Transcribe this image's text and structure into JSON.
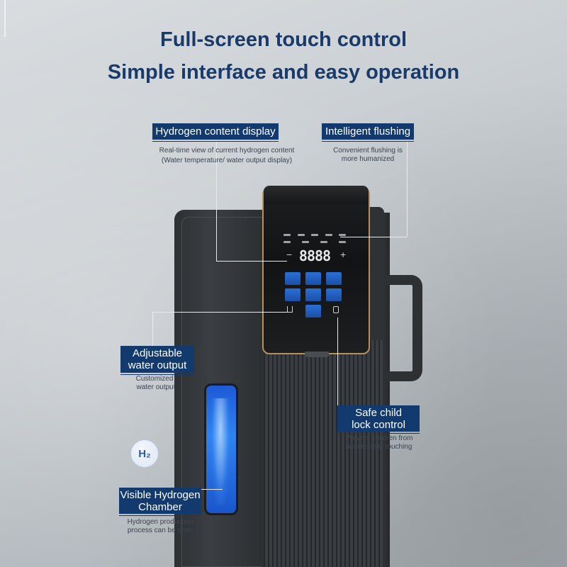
{
  "headline": {
    "line1": "Full-screen touch control",
    "line2": "Simple interface and easy operation"
  },
  "features": {
    "hydrogen_display": {
      "title": "Hydrogen content display",
      "desc1": "Real-time view of current  hydrogen content",
      "desc2": "(Water temperature/ water output display)"
    },
    "flushing": {
      "title": "Intelligent flushing",
      "desc1": "Convenient flushing is",
      "desc2": "more humanized"
    },
    "water_output": {
      "title1": "Adjustable",
      "title2": "water output",
      "desc1": "Customized",
      "desc2": "water output"
    },
    "child_lock": {
      "title1": "Safe child",
      "title2": "lock control",
      "desc1": "Prevent children from",
      "desc2": "accidentally touching"
    },
    "chamber": {
      "title1": "Visible Hydrogen",
      "title2": "Chamber",
      "desc1": "Hydrogen production",
      "desc2": "process can be seen"
    }
  },
  "panel": {
    "display_value": "8888",
    "minus": "−",
    "plus": "+"
  },
  "badge": {
    "symbol": "H₂"
  },
  "colors": {
    "label_bg": "#123a6e",
    "headline": "#1a3a6a",
    "panel_trim": "#b8905a",
    "chamber_blue": "#2f83f0"
  }
}
